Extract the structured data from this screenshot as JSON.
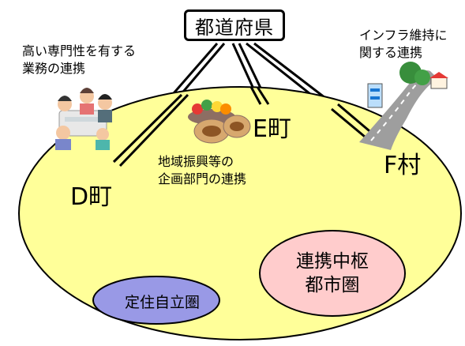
{
  "prefecture": {
    "label": "都道府県"
  },
  "towns": {
    "d": "D町",
    "e": "E町",
    "f": "F村"
  },
  "cooperation": {
    "specialized": [
      "高い専門性を有する",
      "業務の連携"
    ],
    "infrastructure": [
      "インフラ維持に",
      "関する連携"
    ],
    "regional_promotion": [
      "地域振興等の",
      "企画部門の連携"
    ]
  },
  "areas": {
    "settlement": "定住自立圏",
    "hub_city": [
      "連携中枢",
      "都市圏"
    ]
  },
  "colors": {
    "region_fill": "#ffff99",
    "settlement_fill": "#9999e6",
    "hub_city_fill": "#ffcccc",
    "stroke": "#000000"
  },
  "icons": [
    "people-meeting-icon",
    "food-basket-icon",
    "road-buildings-icon"
  ]
}
